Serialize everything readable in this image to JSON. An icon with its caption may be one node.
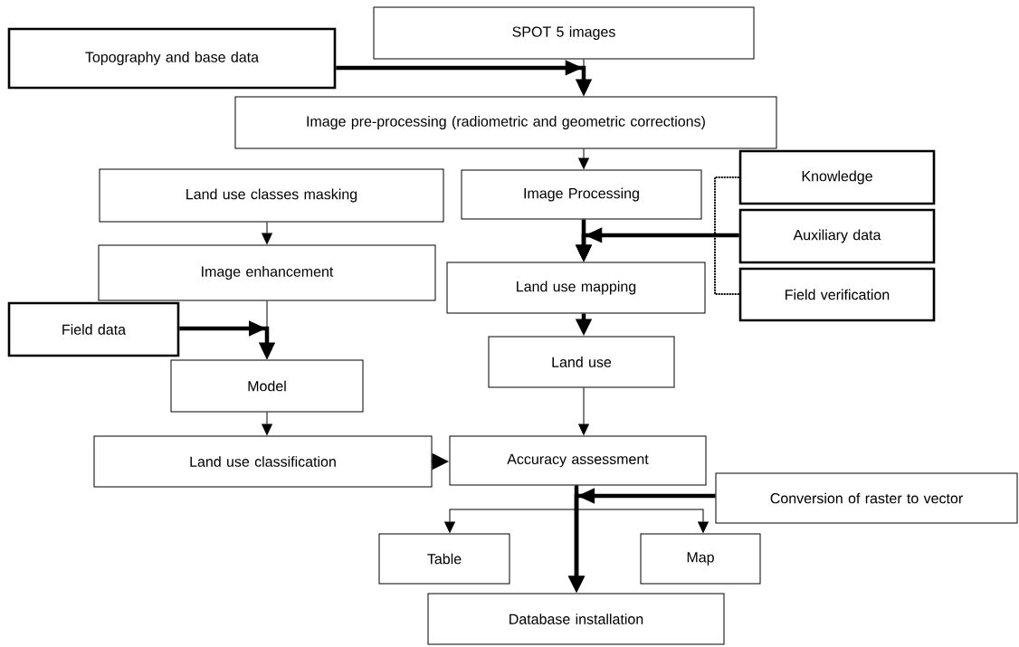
{
  "diagram": {
    "nodes": [
      {
        "text": [
          "SPOT 5 images"
        ]
      },
      {
        "text": [
          "Topography and base data"
        ]
      },
      {
        "text": [
          "Image pre-processing (radiometric and geometric corrections)"
        ]
      },
      {
        "text": [
          "Land use classes masking"
        ]
      },
      {
        "text": [
          "Image Processing"
        ]
      },
      {
        "text": [
          "Knowledge"
        ]
      },
      {
        "text": [
          "Auxiliary data"
        ]
      },
      {
        "text": [
          "Field verification"
        ]
      },
      {
        "text": [
          "Image enhancement"
        ]
      },
      {
        "text": [
          "Land use mapping"
        ]
      },
      {
        "text": [
          "Field data"
        ]
      },
      {
        "text": [
          "Model"
        ]
      },
      {
        "text": [
          "Land use"
        ]
      },
      {
        "text": [
          "Land use classification"
        ]
      },
      {
        "text": [
          "Accuracy assessment"
        ]
      },
      {
        "text": [
          "Conversion of raster to vector"
        ]
      },
      {
        "text": [
          "Table"
        ]
      },
      {
        "text": [
          "Map"
        ]
      },
      {
        "text": [
          "Database installation"
        ]
      }
    ],
    "edges": [
      {
        "from": 0,
        "to": 2,
        "arrow": "to"
      },
      {
        "from": 1,
        "to": 2,
        "arrow": "to",
        "style": "thick"
      },
      {
        "from": 2,
        "to": 4,
        "arrow": "to"
      },
      {
        "from": 3,
        "to": 8,
        "arrow": "to"
      },
      {
        "from": 4,
        "to": 9,
        "arrow": "to",
        "style": "thick"
      },
      {
        "from": 5,
        "to": 9,
        "arrow": "to",
        "style": "dashed"
      },
      {
        "from": 6,
        "to": 9,
        "arrow": "to",
        "style": "thick"
      },
      {
        "from": 7,
        "to": 9,
        "arrow": "to",
        "style": "dashed"
      },
      {
        "from": 8,
        "to": 11,
        "arrow": "to"
      },
      {
        "from": 10,
        "to": 11,
        "arrow": "to",
        "style": "thick"
      },
      {
        "from": 9,
        "to": 12,
        "arrow": "to",
        "style": "thick"
      },
      {
        "from": 12,
        "to": 14,
        "arrow": "to"
      },
      {
        "from": 11,
        "to": 13,
        "arrow": "to"
      },
      {
        "from": 13,
        "to": 14,
        "arrow": "to",
        "style": "thick"
      },
      {
        "from": 14,
        "to": 18,
        "arrow": "to",
        "style": "thick"
      },
      {
        "from": 15,
        "to": 18,
        "arrow": "to",
        "style": "thick"
      },
      {
        "from": 14,
        "to": 16,
        "arrow": "to"
      },
      {
        "from": 14,
        "to": 17,
        "arrow": "to"
      }
    ]
  }
}
